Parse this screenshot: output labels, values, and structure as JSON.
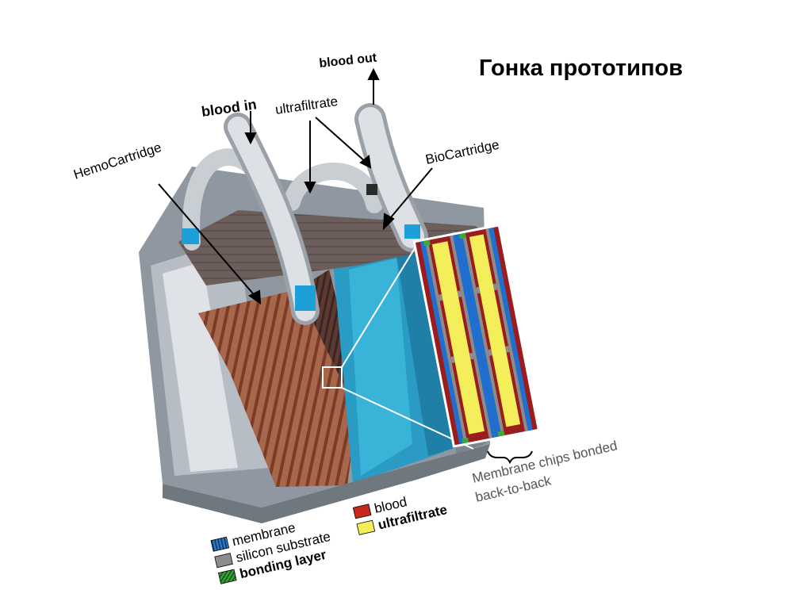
{
  "title": "Гонка прототипов",
  "labels": {
    "blood_in": "blood in",
    "blood_out": "blood out",
    "ultrafiltrate": "ultrafiltrate",
    "hemocartridge": "HemoCartridge",
    "biocartridge": "BioCartridge",
    "membrane_chips_line1": "Membrane chips bonded",
    "membrane_chips_line2": "back-to-back"
  },
  "legend": [
    {
      "label": "membrane",
      "color": "#2f7fd0"
    },
    {
      "label": "silicon substrate",
      "color": "#8c8c8c"
    },
    {
      "label": "bonding layer",
      "color": "#3aa83a"
    },
    {
      "label": "blood",
      "color": "#c8281e"
    },
    {
      "label": "ultrafiltrate",
      "color": "#f4ee5a"
    }
  ]
}
